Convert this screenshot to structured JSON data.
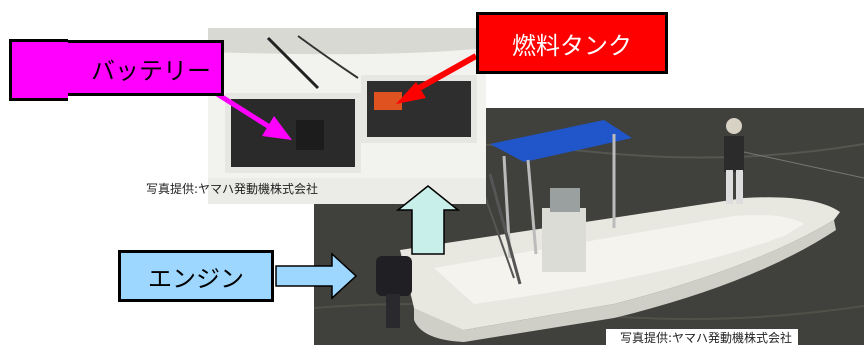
{
  "labels": {
    "battery": "バッテリー",
    "fuel_tank": "燃料タンク",
    "engine": "エンジン"
  },
  "captions": {
    "top_photo": "写真提供:ヤマハ発動機株式会社",
    "bottom_photo": "写真提供:ヤマハ発動機株式会社"
  },
  "colors": {
    "battery": "#ff00ff",
    "fuel_tank": "#ff0000",
    "engine": "#9dd7ff",
    "up_arrow": "#c8efe9"
  }
}
